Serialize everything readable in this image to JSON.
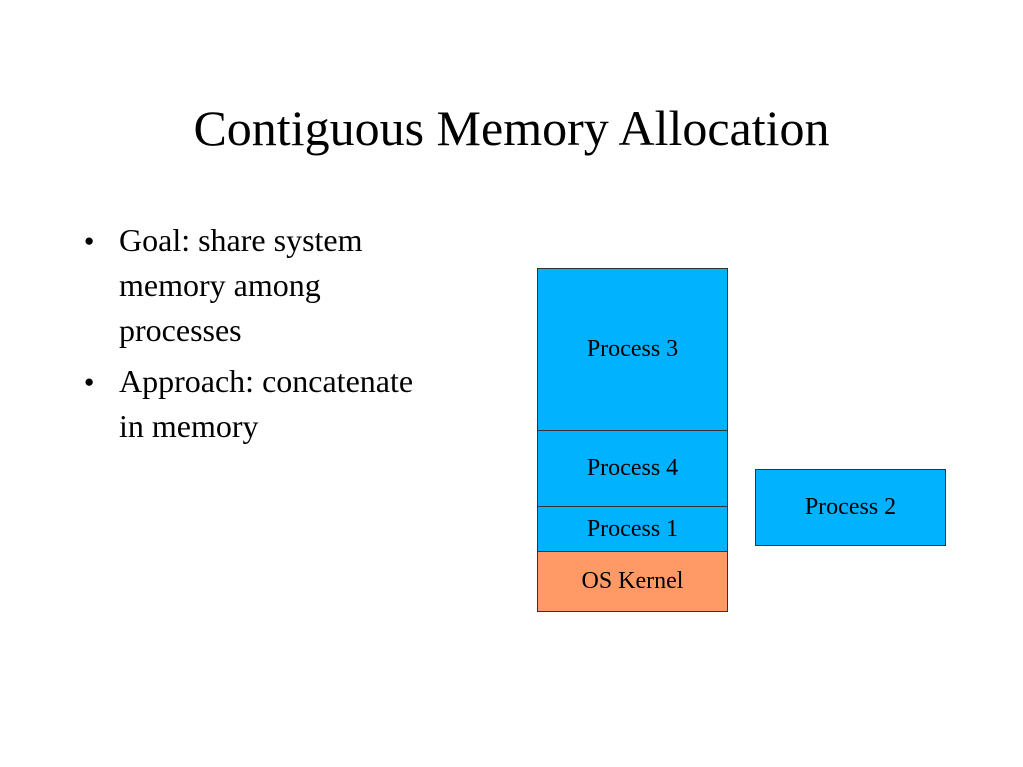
{
  "slide": {
    "title": "Contiguous Memory Allocation",
    "bullets": [
      {
        "marker": "●",
        "line1": "Goal: share system",
        "line2": "memory among",
        "line3": "processes"
      },
      {
        "marker": "●",
        "line1": "Approach: concatenate",
        "line2": "in memory"
      }
    ]
  },
  "diagram": {
    "memory_stack": [
      {
        "label": "Process 3",
        "color": "#00b2ff"
      },
      {
        "label": "Process 4",
        "color": "#00b2ff"
      },
      {
        "label": "Process 1",
        "color": "#00b2ff"
      },
      {
        "label": "OS Kernel",
        "color": "#ff9966"
      }
    ],
    "waiting_process": {
      "label": "Process 2",
      "color": "#00b2ff"
    }
  }
}
